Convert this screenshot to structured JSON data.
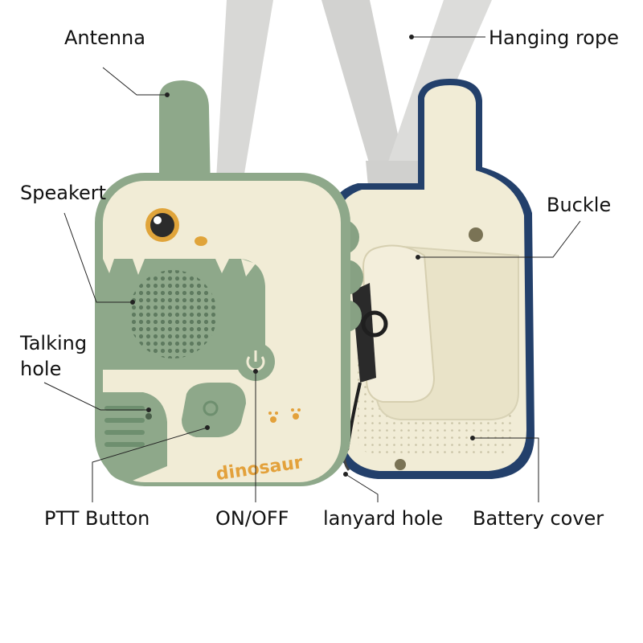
{
  "labels": {
    "antenna": "Antenna",
    "hanging_rope": "Hanging rope",
    "speaker": "Speakert",
    "buckle": "Buckle",
    "talking_hole_line1": "Talking",
    "talking_hole_line2": "hole",
    "ptt_button": "PTT Button",
    "on_off": "ON/OFF",
    "lanyard_hole": "lanyard hole",
    "battery_cover": "Battery cover"
  },
  "device": {
    "brand_text": "dinosaur"
  },
  "colors": {
    "body_cream": "#f1ecd6",
    "accent_green": "#8ea88a",
    "dark_green": "#6e8f6f",
    "navy_rim": "#23406b",
    "rope_gray": "#d8d8d6",
    "brand_orange": "#e3a13b",
    "leader_line": "#222222"
  }
}
